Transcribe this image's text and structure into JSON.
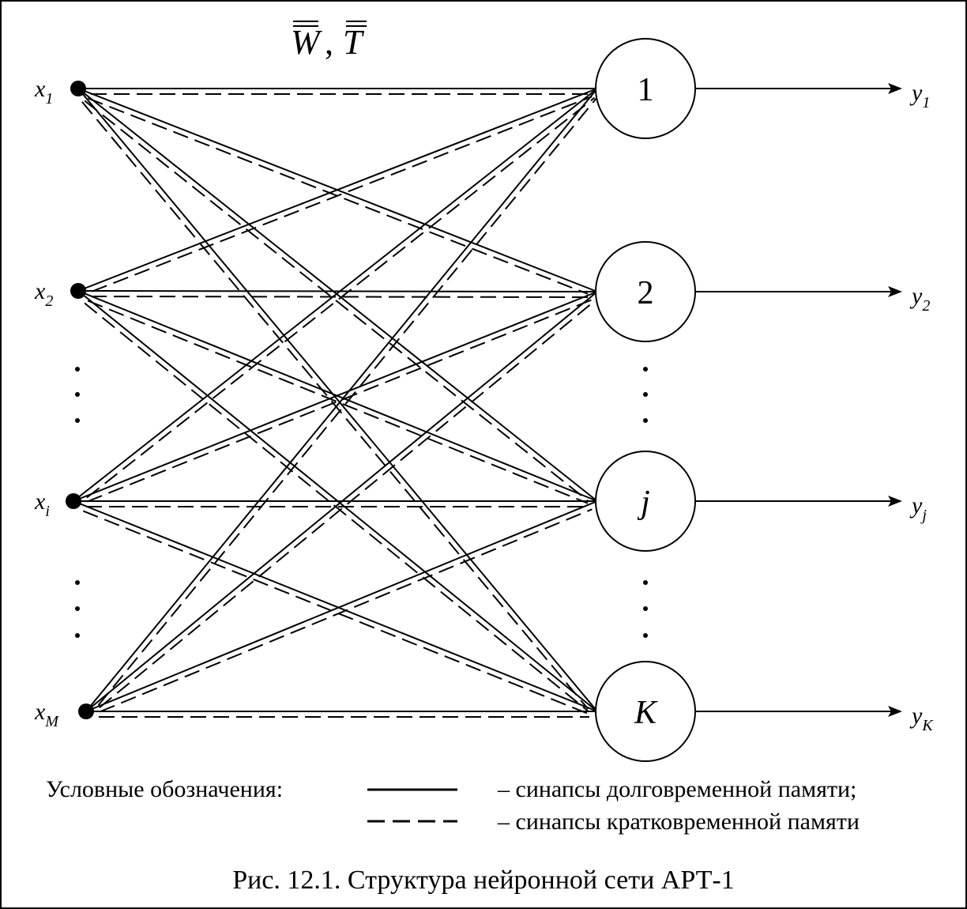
{
  "diagram": {
    "matrices_label": {
      "w": "W",
      "sep": ",",
      "t": "T"
    },
    "inputs": [
      {
        "base": "x",
        "sub": "1"
      },
      {
        "base": "x",
        "sub": "2"
      },
      {
        "base": "x",
        "sub": "i"
      },
      {
        "base": "x",
        "sub": "M"
      }
    ],
    "neurons": [
      {
        "label": "1",
        "italic": false
      },
      {
        "label": "2",
        "italic": false
      },
      {
        "label": "j",
        "italic": true
      },
      {
        "label": "K",
        "italic": true
      }
    ],
    "outputs": [
      {
        "base": "y",
        "sub": "1"
      },
      {
        "base": "y",
        "sub": "2"
      },
      {
        "base": "y",
        "sub": "j"
      },
      {
        "base": "y",
        "sub": "K"
      }
    ]
  },
  "legend": {
    "title": "Условные обозначения:",
    "solid_text": "– синапсы долговременной памяти;",
    "dashed_text": "– синапсы кратковременной памяти"
  },
  "caption": "Рис. 12.1. Структура нейронной сети АРТ-1"
}
